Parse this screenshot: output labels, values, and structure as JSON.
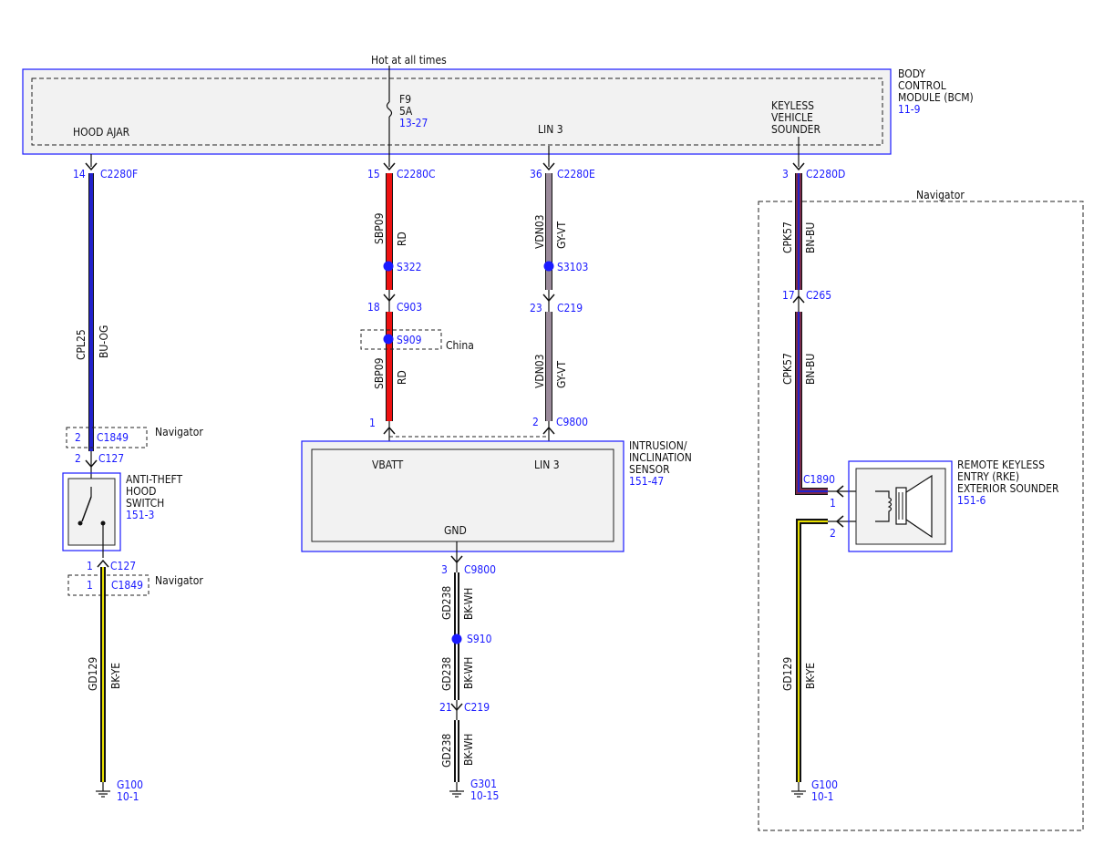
{
  "supply": {
    "label": "Hot at all times"
  },
  "bcm": {
    "name_lines": [
      "BODY",
      "CONTROL",
      "MODULE (BCM)"
    ],
    "ref": "11-9",
    "hood_ajar": "HOOD AJAR",
    "lin3": "LIN 3",
    "keyless_lines": [
      "KEYLESS",
      "VEHICLE",
      "SOUNDER"
    ],
    "fuse": {
      "name": "F9",
      "rating": "5A",
      "ref": "13-27"
    }
  },
  "connectors": {
    "c2280f": {
      "pin": "14",
      "name": "C2280F"
    },
    "c2280c": {
      "pin": "15",
      "name": "C2280C"
    },
    "c2280e": {
      "pin": "36",
      "name": "C2280E"
    },
    "c2280d": {
      "pin": "3",
      "name": "C2280D"
    },
    "c903": {
      "pin": "18",
      "name": "C903"
    },
    "c219_lin": {
      "pin": "23",
      "name": "C219"
    },
    "c265": {
      "pin": "17",
      "name": "C265"
    },
    "c1849_top": {
      "pin": "2",
      "name": "C1849"
    },
    "c127_top": {
      "pin": "2",
      "name": "C127"
    },
    "c127_bot": {
      "pin": "1",
      "name": "C127"
    },
    "c1849_bot": {
      "pin": "1",
      "name": "C1849"
    },
    "c9800_vbatt": {
      "pin": "1"
    },
    "c9800_lin": {
      "pin": "2",
      "name": "C9800"
    },
    "c9800_gnd": {
      "pin": "3",
      "name": "C9800"
    },
    "c219_gnd": {
      "pin": "21",
      "name": "C219"
    },
    "c1890": {
      "name": "C1890",
      "pin1": "1",
      "pin2": "2"
    }
  },
  "splices": {
    "s322": "S322",
    "s909": "S909",
    "s3103": "S3103",
    "s910": "S910"
  },
  "wires": {
    "cpl25": {
      "circuit": "CPL25",
      "color": "BU-OG"
    },
    "sbp09_a": {
      "circuit": "SBP09",
      "color": "RD"
    },
    "sbp09_b": {
      "circuit": "SBP09",
      "color": "RD"
    },
    "vdn03_a": {
      "circuit": "VDN03",
      "color": "GY-VT"
    },
    "vdn03_b": {
      "circuit": "VDN03",
      "color": "GY-VT"
    },
    "cpk57_a": {
      "circuit": "CPK57",
      "color": "BN-BU"
    },
    "cpk57_b": {
      "circuit": "CPK57",
      "color": "BN-BU"
    },
    "gd129_left": {
      "circuit": "GD129",
      "color": "BK-YE"
    },
    "gd129_right": {
      "circuit": "GD129",
      "color": "BK-YE"
    },
    "gd238_a": {
      "circuit": "GD238",
      "color": "BK-WH"
    },
    "gd238_b": {
      "circuit": "GD238",
      "color": "BK-WH"
    },
    "gd238_c": {
      "circuit": "GD238",
      "color": "BK-WH"
    }
  },
  "options": {
    "navigator_top": "Navigator",
    "navigator_bottom": "Navigator",
    "navigator_box": "Navigator",
    "china": "China"
  },
  "hood_switch": {
    "name_lines": [
      "ANTI-THEFT",
      "HOOD",
      "SWITCH"
    ],
    "ref": "151-3"
  },
  "sensor": {
    "name_lines": [
      "INTRUSION/",
      "INCLINATION",
      "SENSOR"
    ],
    "ref": "151-47",
    "vbatt": "VBATT",
    "lin3": "LIN 3",
    "gnd": "GND"
  },
  "sounder": {
    "name_lines": [
      "REMOTE KEYLESS",
      "ENTRY (RKE)",
      "EXTERIOR SOUNDER"
    ],
    "ref": "151-6"
  },
  "grounds": {
    "g100_left": {
      "name": "G100",
      "ref": "10-1"
    },
    "g301": {
      "name": "G301",
      "ref": "10-15"
    },
    "g100_right": {
      "name": "G100",
      "ref": "10-1"
    }
  },
  "colors": {
    "connector_blue": "#1a1aff",
    "red": "#ee1111",
    "blue_wire": "#2222cc",
    "gray_wire": "#9a8a9a",
    "brown_wire": "#7a2a4a",
    "yellow": "#e8e000",
    "black": "#111111",
    "panel_fill": "#f2f2f2"
  }
}
